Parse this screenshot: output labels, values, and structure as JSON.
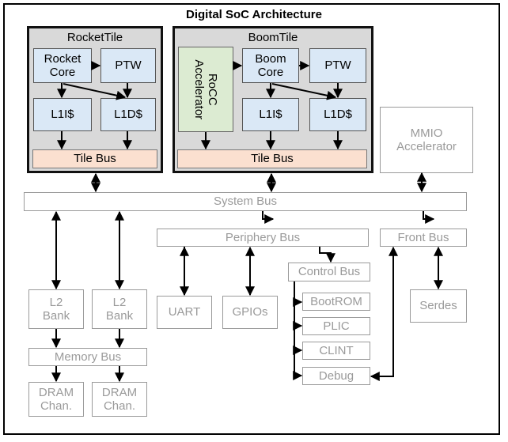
{
  "title": "Digital SoC Architecture",
  "rocket_tile": {
    "label": "RocketTile",
    "core": "Rocket\nCore",
    "ptw": "PTW",
    "l1i": "L1I$",
    "l1d": "L1D$",
    "tile_bus": "Tile Bus"
  },
  "boom_tile": {
    "label": "BoomTile",
    "rocc": "RoCC\nAccelerator",
    "core": "Boom\nCore",
    "ptw": "PTW",
    "l1i": "L1I$",
    "l1d": "L1D$",
    "tile_bus": "Tile Bus"
  },
  "mmio": "MMIO\nAccelerator",
  "system_bus": "System Bus",
  "periphery_bus": "Periphery Bus",
  "front_bus": "Front Bus",
  "control_bus": "Control Bus",
  "l2_bank_a": "L2\nBank",
  "l2_bank_b": "L2\nBank",
  "uart": "UART",
  "gpios": "GPIOs",
  "bootrom": "BootROM",
  "plic": "PLIC",
  "clint": "CLINT",
  "debug": "Debug",
  "serdes": "Serdes",
  "memory_bus": "Memory Bus",
  "dram_a": "DRAM\nChan.",
  "dram_b": "DRAM\nChan.",
  "colors": {
    "core_fill": "#dae8f6",
    "tile_bus_fill": "#fbe0d0",
    "rocc_fill": "#dcebd2",
    "tile_fill": "#d9d9d9",
    "inactive_stroke": "#9a9a9a"
  }
}
